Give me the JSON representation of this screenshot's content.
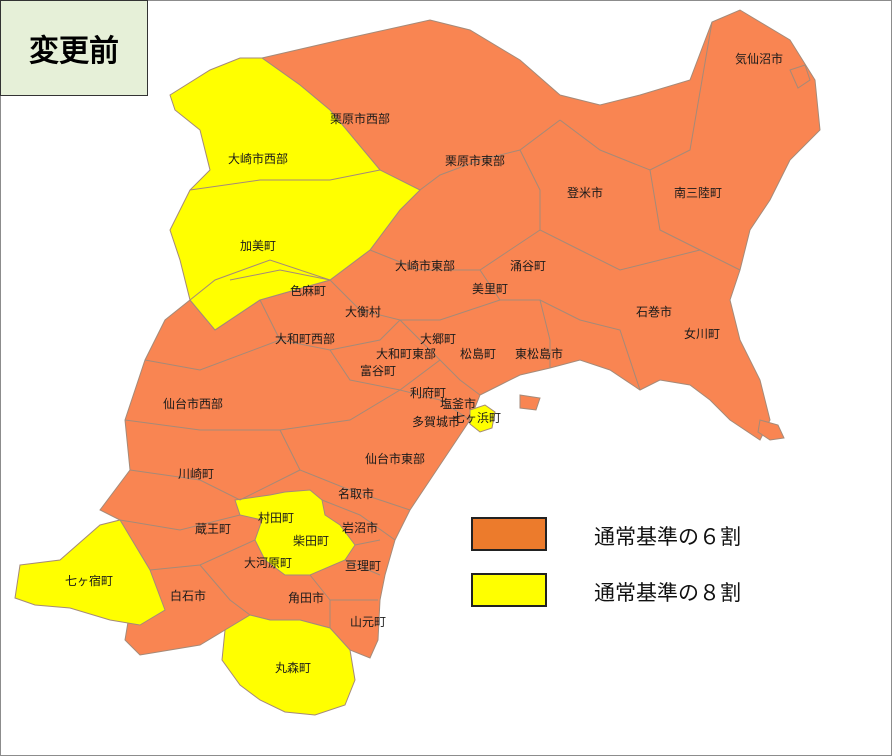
{
  "title": "変更前",
  "colors": {
    "orange": "#f98552",
    "orange_legend": "#ec7b2c",
    "yellow": "#ffff00"
  },
  "legend": [
    {
      "label": "通常基準の６割",
      "color": "#ec7b2c"
    },
    {
      "label": "通常基準の８割",
      "color": "#ffff00"
    }
  ],
  "labels": {
    "kesennuma": "気仙沼市",
    "kurihara_west": "栗原市西部",
    "kurihara_east": "栗原市東部",
    "osaki_west": "大崎市西部",
    "tome": "登米市",
    "minamisanriku": "南三陸町",
    "kami": "加美町",
    "osaki_east": "大崎市東部",
    "wakuya": "涌谷町",
    "misato": "美里町",
    "shikama": "色麻町",
    "ohira": "大衡村",
    "ishinomaki": "石巻市",
    "onagawa": "女川町",
    "taiwa_west": "大和町西部",
    "osato": "大郷町",
    "taiwa_east": "大和町東部",
    "tomiya": "富谷町",
    "matsushima": "松島町",
    "higashimatsushima": "東松島市",
    "sendai_west": "仙台市西部",
    "rifu": "利府町",
    "shiogama": "塩釜市",
    "shichigahama": "七ヶ浜町",
    "tagajo": "多賀城市",
    "sendai_east": "仙台市東部",
    "kawasaki": "川崎町",
    "natori": "名取市",
    "murata": "村田町",
    "zao": "蔵王町",
    "iwanuma": "岩沼市",
    "shibata": "柴田町",
    "shichikashuku": "七ヶ宿町",
    "ogawara": "大河原町",
    "watari": "亘理町",
    "shiroishi": "白石市",
    "kakuda": "角田市",
    "yamamoto": "山元町",
    "marumori": "丸森町"
  }
}
